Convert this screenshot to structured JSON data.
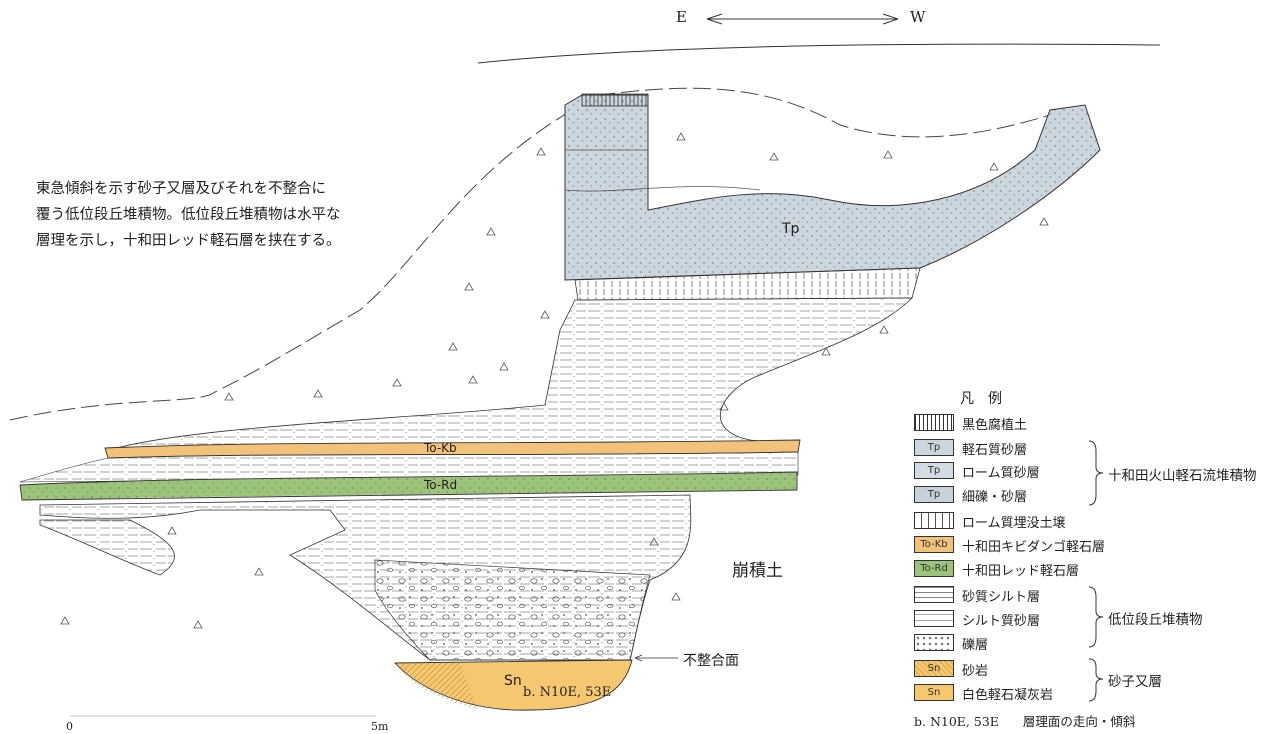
{
  "compass": {
    "east": "E",
    "west": "W"
  },
  "description": [
    "東急傾斜を示す砂子又層及びそれを不整合に",
    "覆う低位段丘堆積物。低位段丘堆積物は水平な",
    "層理を示し，十和田レッド軽石層を挟在する。"
  ],
  "section_labels": {
    "tp": "Tp",
    "to_kb": "To-Kb",
    "to_rd": "To-Rd",
    "sn": "Sn",
    "debris": "崩積土",
    "unconformity": "不整合面",
    "bedding": "b. N10E, 53E"
  },
  "scale": {
    "zero": "0",
    "five": "5m"
  },
  "legend": {
    "title": "凡　例",
    "items": [
      {
        "box": "",
        "label": "黒色腐植土",
        "pattern": "humus"
      },
      {
        "box": "Tp",
        "label": "軽石質砂層",
        "pattern": "pumice"
      },
      {
        "box": "Tp",
        "label": "ローム質砂層",
        "pattern": "loam"
      },
      {
        "box": "Tp",
        "label": "細礫・砂層",
        "pattern": "gravel"
      },
      {
        "box": "",
        "label": "ローム質埋没土壌",
        "pattern": "buried"
      },
      {
        "box": "To-Kb",
        "label": "十和田キビダンゴ軽石層",
        "pattern": "kb"
      },
      {
        "box": "To-Rd",
        "label": "十和田レッド軽石層",
        "pattern": "rd"
      },
      {
        "box": "",
        "label": "砂質シルト層",
        "pattern": "sandsilt"
      },
      {
        "box": "",
        "label": "シルト質砂層",
        "pattern": "siltsand"
      },
      {
        "box": "",
        "label": "礫層",
        "pattern": "conglom"
      },
      {
        "box": "Sn",
        "label": "砂岩",
        "pattern": "sandstone"
      },
      {
        "box": "Sn",
        "label": "白色軽石凝灰岩",
        "pattern": "tuff"
      }
    ],
    "groups": {
      "towada": "十和田火山軽石流堆積物",
      "terrace": "低位段丘堆積物",
      "sunakomata": "砂子又層"
    },
    "footnote_code": "b. N10E, 53E",
    "footnote_text": "層理面の走向・傾斜"
  },
  "colors": {
    "tp_fill": "#ccd6de",
    "kb_fill": "#f3c27a",
    "rd_fill": "#9cc37a",
    "sn_fill": "#f5c870",
    "line": "#333333"
  }
}
